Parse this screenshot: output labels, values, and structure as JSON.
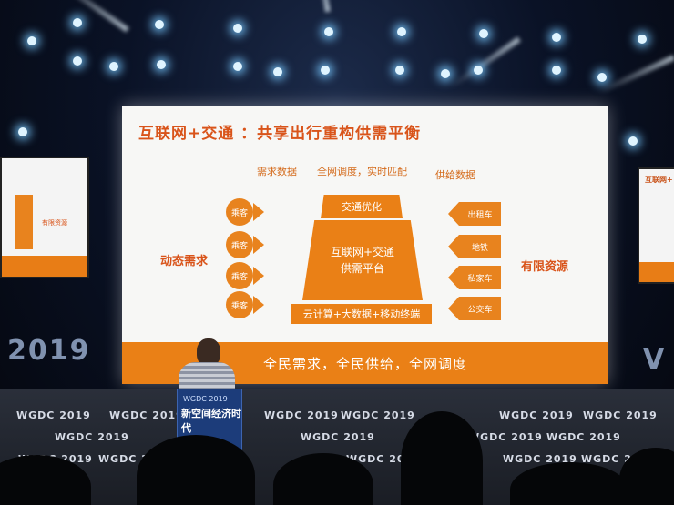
{
  "slide": {
    "title": "互联网+交通 ：共享出行重构供需平衡",
    "header_demand": "需求数据",
    "header_match": "全网调度，实时匹配",
    "header_supply": "供给数据",
    "left_label": "动态需求",
    "right_label": "有限资源",
    "passenger_label": "乘客",
    "pyramid_top": "交通优化",
    "pyramid_middle": "互联网+交通\n供需平台",
    "pyramid_bottom": "云计算+大数据+移动终端",
    "supply_items": [
      "出租车",
      "地铁",
      "私家车",
      "公交车"
    ],
    "footer": "全民需求，全民供给，全网调度"
  },
  "side_screen_left": {
    "label": "有限资源"
  },
  "side_screen_right": {
    "label": "互联网+"
  },
  "led": {
    "brand": "WGDC 2019",
    "big_logo": "2019",
    "big_logo_right": "V"
  },
  "podium": {
    "brand": "WGDC 2019",
    "slogan": "新空间经济时代"
  },
  "colors": {
    "accent": "#ea8016",
    "title": "#d9541a",
    "slide_bg": "#f7f7f5"
  }
}
